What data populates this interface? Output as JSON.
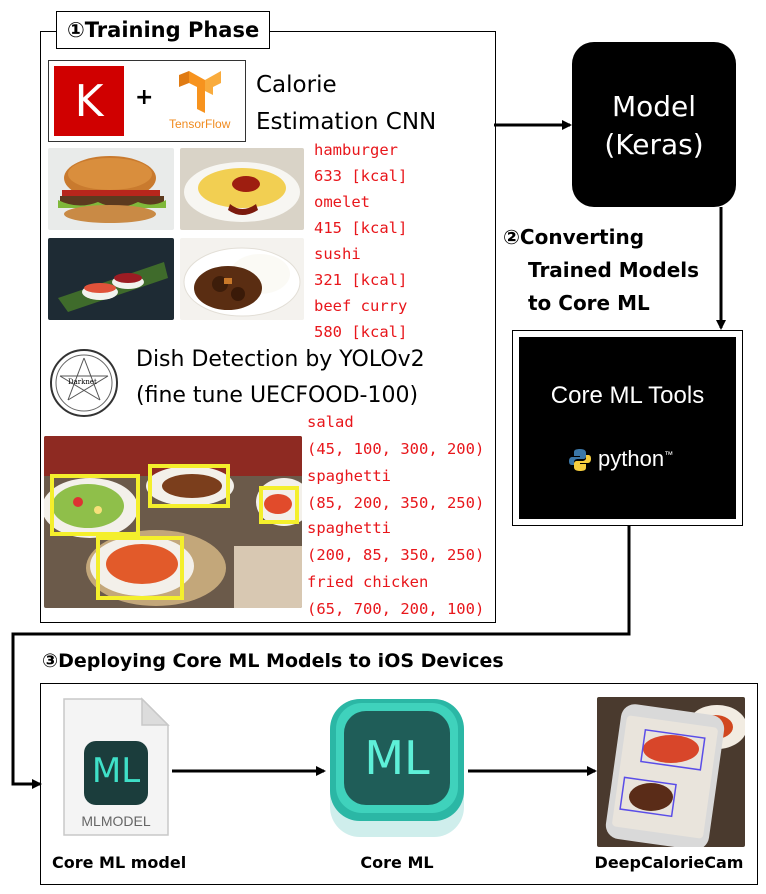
{
  "training": {
    "title": "①Training Phase",
    "cnn_title_line1": "Calorie",
    "cnn_title_line2": "Estimation CNN",
    "tensorflow_label": "TensorFlow",
    "keras_letter": "K",
    "plus": "+",
    "food_labels": [
      "hamburger",
      "633 [kcal]",
      "omelet",
      "415 [kcal]",
      "sushi",
      "321 [kcal]",
      "beef curry",
      "580 [kcal]"
    ],
    "detection_title_line1": "Dish Detection by YOLOv2",
    "detection_title_line2": "(fine tune UECFOOD-100)",
    "darknet_label": "Darknet",
    "detection_labels": [
      "salad",
      "(45, 100, 300, 200)",
      "spaghetti",
      "(85, 200, 350, 250)",
      "spaghetti",
      "(200, 85, 350, 250)",
      "fried chicken",
      "(65, 700, 200, 100)"
    ]
  },
  "model": {
    "line1": "Model",
    "line2": "(Keras)"
  },
  "converting": {
    "line1": "②Converting",
    "line2": "Trained Models",
    "line3": "to Core ML"
  },
  "coreml_tools": {
    "title": "Core ML Tools",
    "python_label": "python",
    "tm": "™"
  },
  "deploy": {
    "title": "③Deploying Core ML Models to iOS Devices",
    "items": [
      {
        "caption": "Core ML model",
        "file_badge": "ML",
        "file_label": "MLMODEL"
      },
      {
        "caption": "Core ML",
        "badge": "ML"
      },
      {
        "caption": "DeepCalorieCam"
      }
    ]
  },
  "colors": {
    "accent_red": "#e8161b",
    "detect_yellow": "#f4ef2c",
    "black": "#000000",
    "keras_red": "#d00000",
    "tf_orange": "#f7931e"
  }
}
